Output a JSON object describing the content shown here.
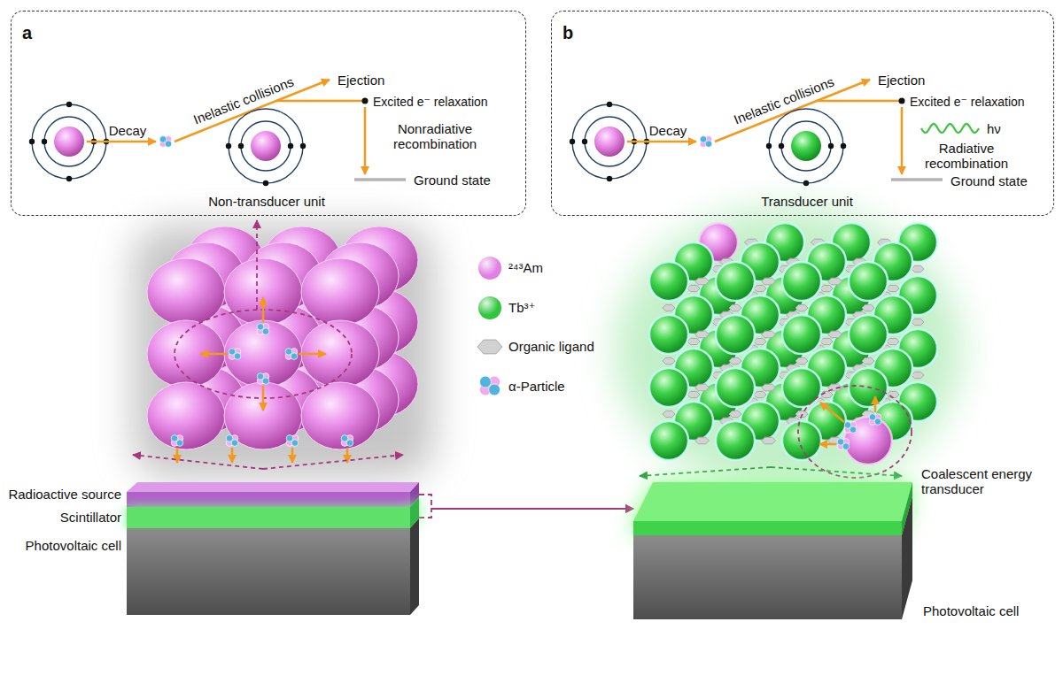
{
  "diagram": {
    "nodes": [
      {
        "text": [
          "a",
          "Decay",
          "Inelastic collisions",
          "Ejection",
          "Excited e⁻ relaxation",
          "Nonradiative recombination",
          "Ground state",
          "Non-transducer unit"
        ]
      },
      {
        "text": [
          "b",
          "Decay",
          "Inelastic collisions",
          "Ejection",
          "Excited e⁻ relaxation",
          "hν",
          "Radiative recombination",
          "Ground state",
          "Transducer unit"
        ]
      },
      {
        "text": [
          "Radioactive source"
        ]
      },
      {
        "text": [
          "Scintillator"
        ]
      },
      {
        "text": [
          "Photovoltaic cell"
        ]
      },
      {
        "text": [
          "Coalescent energy transducer"
        ]
      },
      {
        "text": [
          "Photovoltaic cell"
        ]
      }
    ],
    "edges": [
      {
        "from": 2,
        "to": 5,
        "arrow": "to"
      },
      {
        "from": 3,
        "to": 5,
        "arrow": "to"
      }
    ],
    "legend": [
      {
        "text": "²⁴³Am",
        "color": "#e27fe4"
      },
      {
        "text": "Tb³⁺",
        "color": "#2ec63c"
      },
      {
        "text": "Organic ligand"
      },
      {
        "text": "α-Particle"
      }
    ]
  }
}
